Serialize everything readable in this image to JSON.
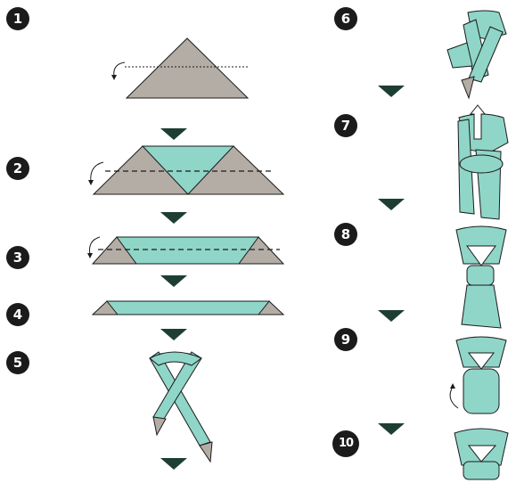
{
  "steps": [
    {
      "n": "1",
      "icon": "folded-triangle-icon"
    },
    {
      "n": "2",
      "icon": "fold-edge-to-center-icon"
    },
    {
      "n": "3",
      "icon": "fold-again-icon"
    },
    {
      "n": "4",
      "icon": "long-strip-icon"
    },
    {
      "n": "5",
      "icon": "cross-scarf-ends-icon"
    },
    {
      "n": "6",
      "icon": "wrap-around-neck-icon"
    },
    {
      "n": "7",
      "icon": "pull-through-loop-icon"
    },
    {
      "n": "8",
      "icon": "tighten-knot-icon"
    },
    {
      "n": "9",
      "icon": "tuck-ends-up-icon"
    },
    {
      "n": "10",
      "icon": "finished-scarf-icon"
    }
  ],
  "colors": {
    "scarf": "#8fd6c8",
    "scarf_back": "#b3ada5",
    "outline": "#1b1b1b",
    "arrow": "#1e3e34"
  }
}
